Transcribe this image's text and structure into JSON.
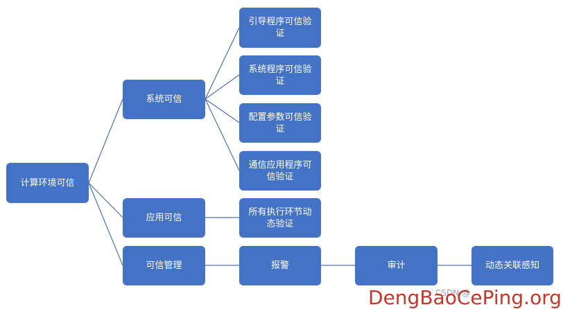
{
  "nodes": {
    "root": "计算环境可信",
    "system": "系统可信",
    "app": "应用可信",
    "mgmt": "可信管理",
    "boot": "引导程序可信验证",
    "sysprog": "系统程序可信验证",
    "config": "配置参数可信验证",
    "comm": "通信应用程序可信验证",
    "exec": "所有执行环节动态验证",
    "alarm": "报警",
    "audit": "审计",
    "aware": "动态关联感知"
  },
  "watermark": {
    "csdn": "CSDN @",
    "site": "DengBaoCePing.org"
  },
  "colors": {
    "node_fill": "#4472c4",
    "connector": "#4a6fb5",
    "watermark": "#c0392b"
  }
}
